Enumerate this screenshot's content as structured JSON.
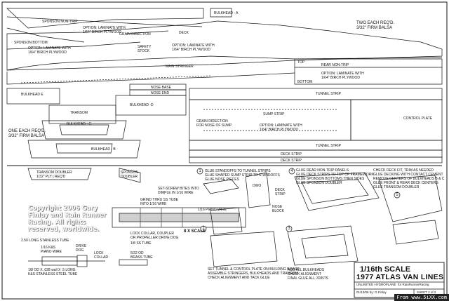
{
  "watermark_top": "",
  "watermark_bottom": "From www.5iXX.com",
  "labels": {
    "bulkhead_a": "BULKHEAD - A",
    "sponson_non_trip": "SPONSON NON-TRIP",
    "option_laminate_1": "OPTION: LAMINATE WITH\n1/64\" BIRCH PLYWOOD",
    "grain_direction": "GRAIN DIRECTION",
    "deck": "DECK",
    "sponson_bottom": "SPONSON BOTTOM",
    "option_laminate_2": "OPTION: LAMINATE WITH\n1/64\" BIRCH PLYWOOD",
    "safety_stock": "SAFETY\nSTOCK",
    "option_laminate_3": "OPTION: LAMINATE WITH\n1/64\" BIRCH PLYWOOD",
    "two_each": "TWO EACH REQ'D.\n3/32\" FIRM BALSA",
    "main_stringer": "MAIN STRINGER",
    "rear_non_trip": "REAR NON-TRIP",
    "option_laminate_4": "OPTION: LAMINATE WITH\n1/64\" BIRCH PLYWOOD",
    "top": "TOP",
    "bottom": "BOTTOM",
    "nose_base": "NOSE BASE",
    "nose_end": "NOSE END",
    "bulkhead_e": "BULKHEAD E",
    "bulkhead_d": "BULKHEAD -D",
    "transom": "TRANSOM",
    "tunnel_strip_1": "TUNNEL STRIP",
    "sump_strip": "SUMP STRIP",
    "grain_direction_nose": "GRAIN DIRECTION\nFOR NOSE OF SUMP",
    "option_laminate_5": "OPTION: LAMINATE WITH\n1/64\" BIRCH PLYWOOD",
    "control_plate": "CONTROL PLATE",
    "bulkhead_c": "BULKHEAD - C",
    "one_each": "ONE EACH REQ'D.\n3/32\" FIRM BALSA",
    "tunnel_strip_2": "TUNNEL STRIP",
    "bulkhead_b": "BULKHEAD - B",
    "deck_strip_1": "DECK STRIP",
    "deck_strip_2": "DECK STRIP",
    "transom_doubler": "TRANSOM DOUBLER\n1/32\" PLY | REQ'D",
    "sponson_doubler": "SPONSON\nDOUBLER",
    "set_screw": "SET-SCREW BITES INTO\nDIMPLE IN 1/16 WIRE",
    "grind_thru": "GRIND THRU SS TUBE\nINTO 1/16 WIRE",
    "piano_wire": "1/16 PIANO WIRE",
    "scale_8x": "8 X SCALE",
    "lock_collar": "LOCK COLLAR, COUPLER\nOR PROPELLER DRIVE DOG",
    "ss_tube": "1/8 SS TUBE",
    "long_ss_tube": "2.50 LONG STAINLESS TUBE",
    "piano_wire_2": "1/16 K&S\nPIANO WIRE",
    "drive_dog": "DRIVE\nDOG",
    "lock_collar_2": "LOCK\nCOLLAR",
    "brass_tube": "5/32 OD\nBRASS TUBE",
    "ss_tube_spec": "1/8 OD X .028 wall X .5 LONG\nK&S STAINLESS STEEL TUBE",
    "copyright": "Copyright 2006 Gary Finlay\nand Rain Runner Racing.\nAll rights reserved, worldwide.",
    "step1": "GLUE STANDOFFS TO TUNNEL STRIPS\nGLUE SHAPED SUMP STRIP TO STANDOFFS\nGLUE NOSE PIECES",
    "step2": "SET TUNNEL & CONTROL PLATE ON BUILDING BOARD\nASSEMBLE STRINGERS, BULKHEADS AND TRANSOM\nCHECK ALIGNMENT AND TACK GLUE",
    "step3": "ADD ALL BULKHEADS\nCHECK ALIGNMENT\nFINAL GLUE ALL JOINTS",
    "step4": "GLUE REAR NON-TRIP PANELS\nGLUE DECK STRIPS TO TOP OF FRAMEWORK\nGLUE SPONSON BOTTOMS THEN SIDES\nGLUE SPONSON DOUBLER",
    "step5": "CHECK DECK FIT, TRIM AS NEEDED\nGLUE DECKING WITH CONTACT CEMENT\nREMOVE CENTERS OF BULKHEADS B & C\nGLUE FRONT & REAR DECK CENTERS\nGLUE TRANSOM DOUBLER",
    "deck_strip_lbl": "DECK\nSTRIP",
    "nose_block": "NOSE\nBLOCK",
    "dwo": "DWO"
  },
  "title_block": {
    "scale": "1/16th SCALE",
    "name": "1977 ATLAS VAN LINES",
    "sub": "UNLIMITED HYDROPLANE  for RainRunnerRacing",
    "date": "01/13/06 by: G.Finlay",
    "sheet": "SHEET 2 of 2"
  },
  "step_numbers": [
    "1",
    "2",
    "3",
    "4",
    "5"
  ]
}
